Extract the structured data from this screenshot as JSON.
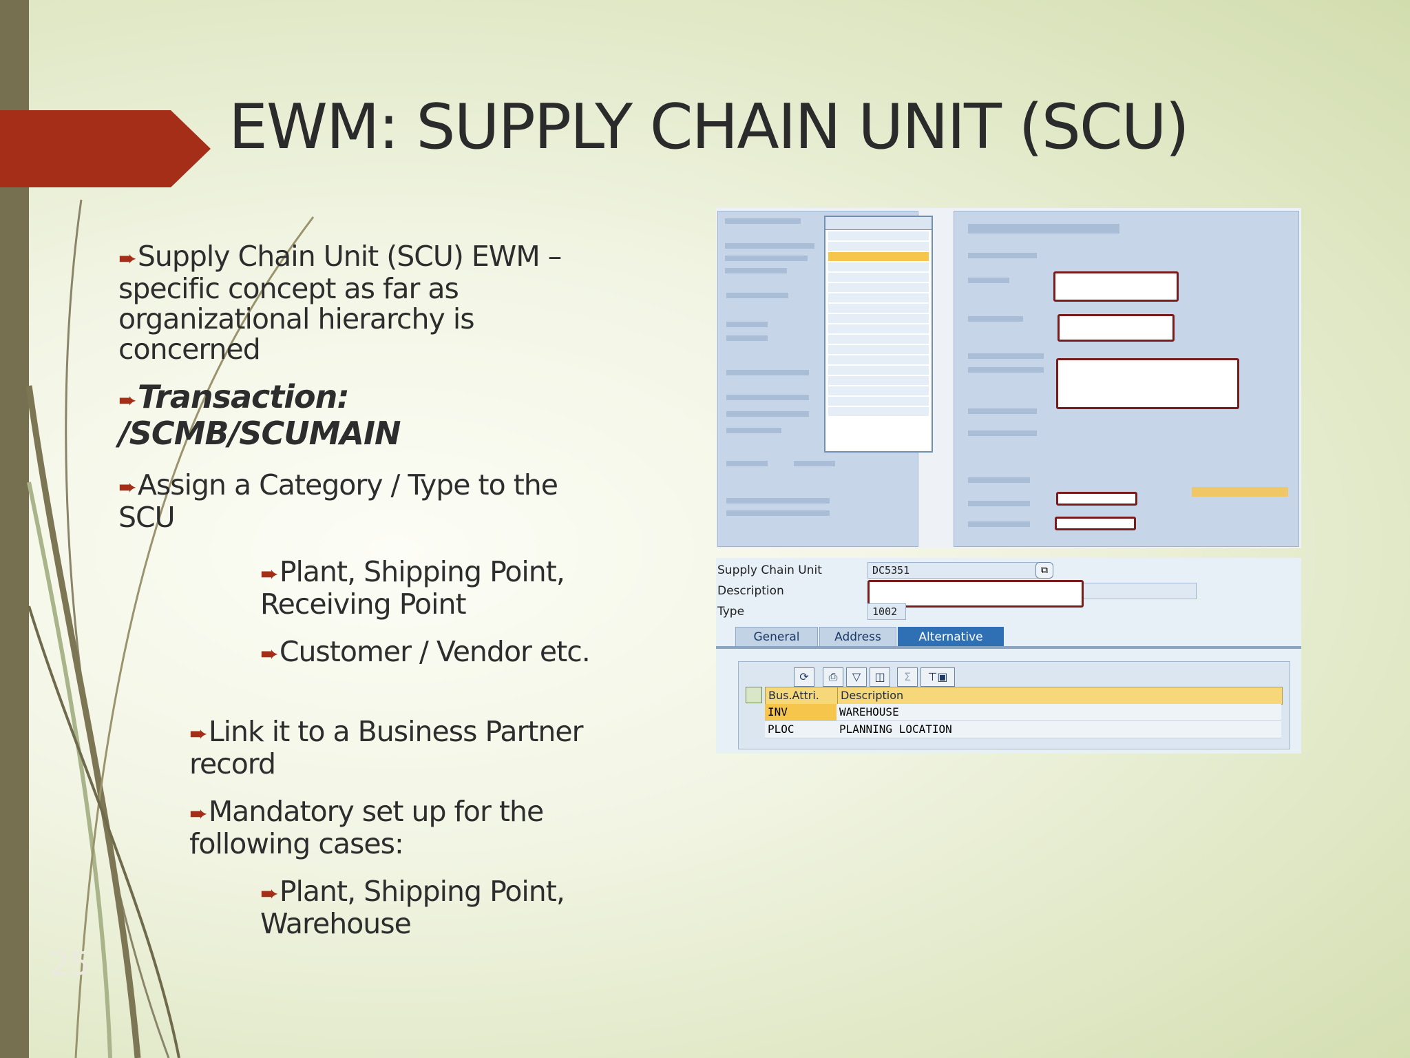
{
  "slide": {
    "title": "EWM: SUPPLY CHAIN UNIT (SCU)",
    "page_number": "25",
    "bullet_marker": "➨",
    "bullets": [
      {
        "text": "Supply Chain Unit (SCU) EWM – specific concept as far as organizational hierarchy is concerned",
        "level": 1
      },
      {
        "text": "Transaction: /SCMB/SCUMAIN",
        "level": 1,
        "emphasis": "bold-italic"
      },
      {
        "text": "Assign a Category / Type to the SCU",
        "level": 1
      },
      {
        "text": "Plant, Shipping Point, Receiving Point",
        "level": 3
      },
      {
        "text": "Customer / Vendor etc.",
        "level": 3
      },
      {
        "text": "Link it to a Business Partner record",
        "level": 2
      },
      {
        "text": "Mandatory set up for the following cases:",
        "level": 2
      },
      {
        "text": "Plant, Shipping Point, Warehouse",
        "level": 3
      }
    ],
    "colors": {
      "accent": "#a52e18",
      "side_bar": "#767050",
      "title": "#2b2b2b"
    }
  },
  "sap_screen": {
    "fields": [
      {
        "label": "Supply Chain Unit",
        "value": "DC5351"
      },
      {
        "label": "Description",
        "value": ""
      },
      {
        "label": "Type",
        "value": "1002"
      }
    ],
    "tabs": [
      {
        "label": "General",
        "active": false
      },
      {
        "label": "Address",
        "active": false
      },
      {
        "label": "Alternative",
        "active": true
      }
    ],
    "toolbar_icons": [
      "refresh-icon",
      "print-icon",
      "filter-icon",
      "find-icon",
      "sum-icon",
      "layout-icon"
    ],
    "table": {
      "columns": [
        "Bus.Attri.",
        "Description"
      ],
      "rows": [
        [
          "INV",
          "WAREHOUSE"
        ],
        [
          "PLOC",
          "PLANNING LOCATION"
        ]
      ]
    }
  }
}
